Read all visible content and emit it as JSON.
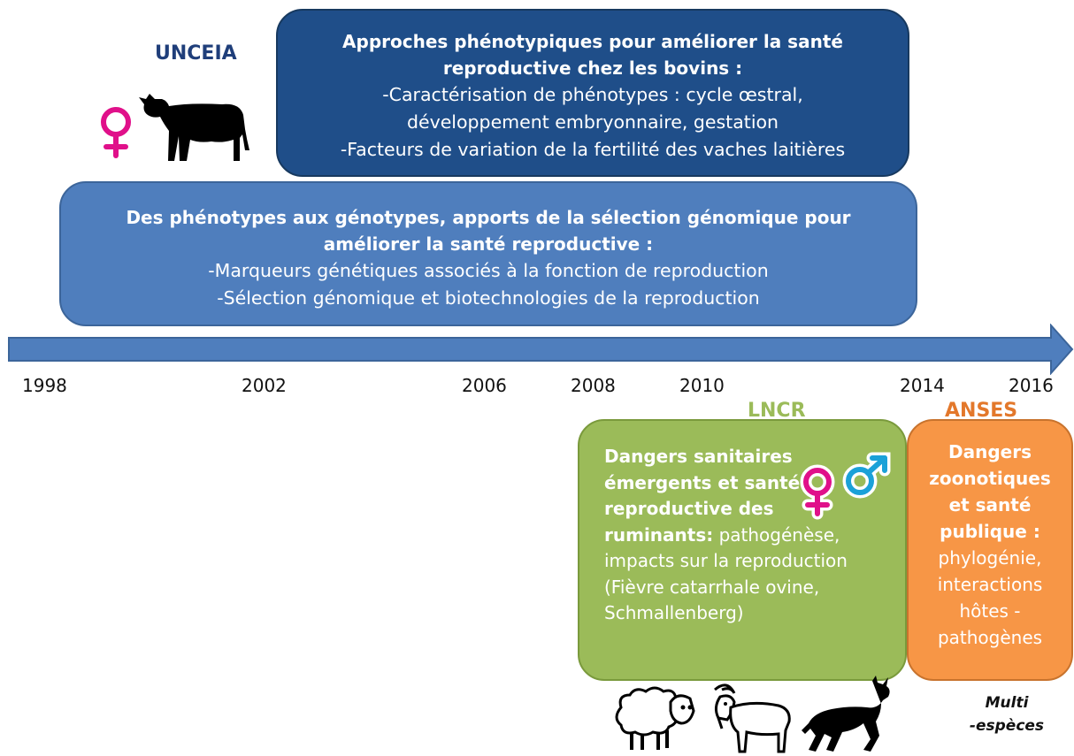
{
  "orgs": {
    "unceia": "UNCEIA",
    "lncr": "LNCR",
    "anses": "ANSES"
  },
  "box_phenotypes": {
    "title_lines": [
      "Approches phénotypiques pour améliorer la santé",
      "reproductive chez les bovins :"
    ],
    "body_lines": [
      "-Caractérisation de phénotypes : cycle œstral,",
      "développement embryonnaire, gestation",
      "-Facteurs de variation de la fertilité des vaches laitières"
    ]
  },
  "box_genotypes": {
    "title_lines": [
      "Des phénotypes aux génotypes, apports de la sélection génomique pour",
      "améliorer la santé reproductive :"
    ],
    "body_lines": [
      "-Marqueurs génétiques associés à la fonction de reproduction",
      "-Sélection génomique et biotechnologies de la reproduction"
    ]
  },
  "box_dangers": {
    "bold_lines": [
      "Dangers sanitaires",
      "émergents et santé",
      "reproductive des"
    ],
    "mixed_bold": "ruminants:",
    "mixed_regular": " pathogénèse,",
    "regular_lines": [
      "impacts sur la reproduction",
      "(Fièvre catarrhale ovine,",
      "Schmallenberg)"
    ]
  },
  "box_zoonotic": {
    "bold_lines": [
      "Dangers",
      "zoonotiques",
      "et santé",
      "publique :"
    ],
    "regular_lines": [
      "phylogénie,",
      "interactions",
      "hôtes -",
      "pathogènes"
    ]
  },
  "multi_species": [
    "Multi",
    "-espèces"
  ],
  "timeline": {
    "years": [
      "1998",
      "2002",
      "2006",
      "2008",
      "2010",
      "2014",
      "2016"
    ],
    "color": "#4f7ebd"
  },
  "colors": {
    "dark_blue": "#1f4e89",
    "mid_blue": "#4f7ebd",
    "green": "#9bbb59",
    "orange": "#f79646",
    "female_symbol": "#e0108a",
    "male_symbol": "#1ba1d8",
    "org_unceia": "#1f3e7a",
    "org_lncr": "#9bbb59",
    "org_anses": "#e3782b"
  },
  "icons": [
    "female-symbol-icon",
    "cow-icon",
    "male-symbol-icon",
    "sheep-icon",
    "goat-icon",
    "bull-icon"
  ]
}
